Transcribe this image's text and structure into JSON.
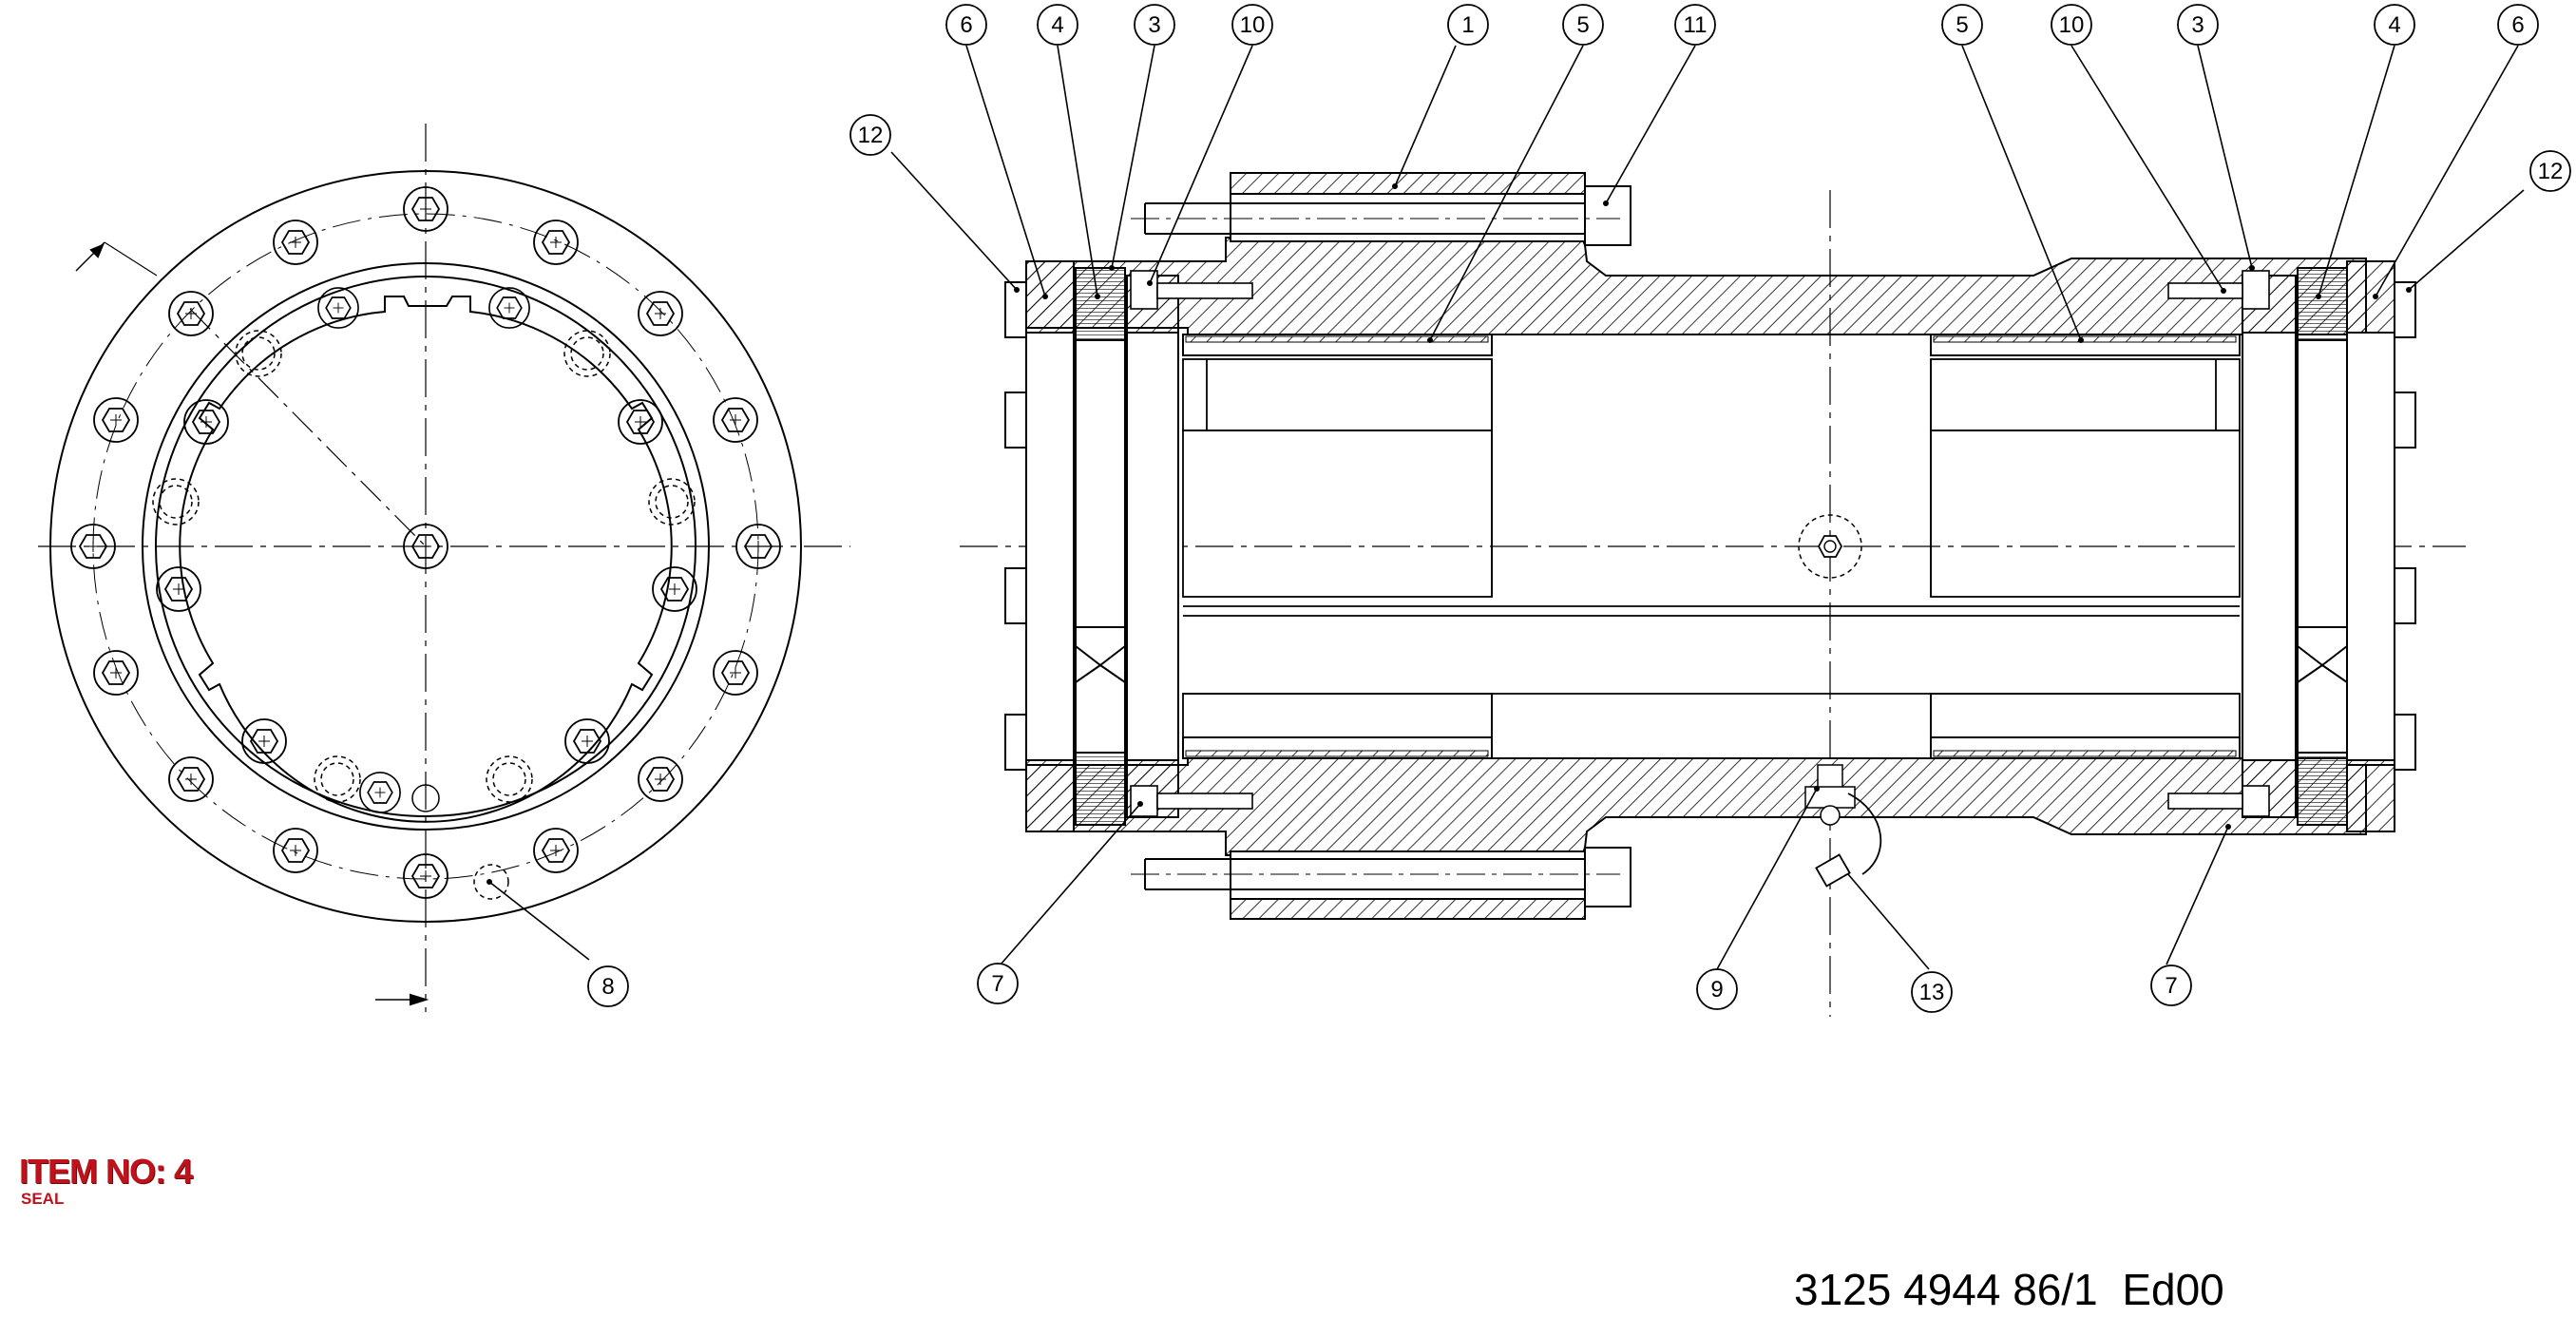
{
  "item": {
    "label": "ITEM NO: 4",
    "name": "SEAL"
  },
  "drawing_number": "3125 4944 86/1  Ed00",
  "balloons_top": [
    "6",
    "4",
    "3",
    "10",
    "1",
    "5",
    "11",
    "5",
    "10",
    "3",
    "4",
    "6"
  ],
  "balloons_side": [
    "12",
    "12"
  ],
  "balloons_bottom": [
    "8",
    "7",
    "9",
    "13",
    "7"
  ],
  "colors": {
    "item_label": "#c0121b",
    "line": "#000000"
  }
}
